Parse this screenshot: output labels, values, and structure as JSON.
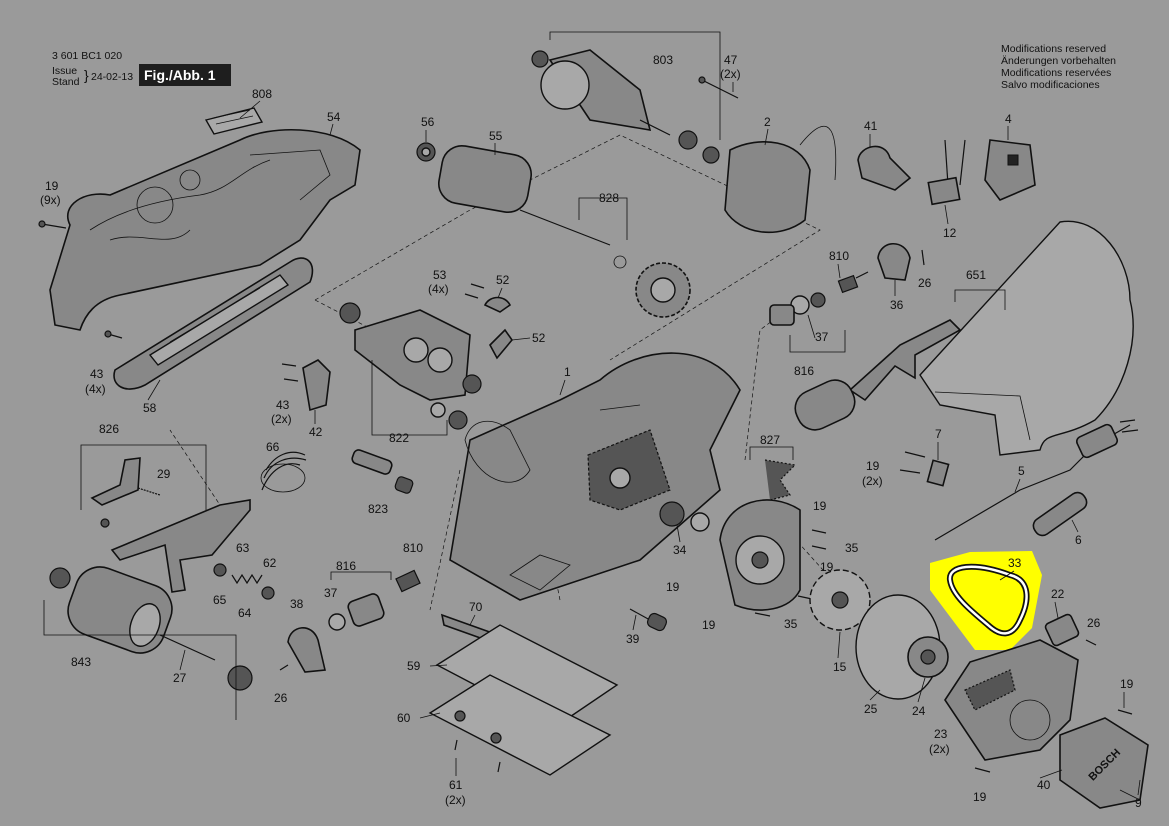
{
  "header": {
    "part_number": "3 601 BC1 020",
    "issue_label": "Issue",
    "stand_label": "Stand",
    "issue_date": "24-02-13",
    "figure_tag": "Fig./Abb. 1"
  },
  "notice": {
    "line1": "Modifications reserved",
    "line2": "Änderungen vorbehalten",
    "line3": "Modifications reservées",
    "line4": "Salvo modificaciones"
  },
  "highlight": {
    "part": "33",
    "color": "#ffff00"
  },
  "brand": "BOSCH",
  "callouts": {
    "p808a": "808",
    "p54": "54",
    "p19_9x_num": "19",
    "p19_9x_qty": "(9x)",
    "p43_4x_num": "43",
    "p43_4x_qty": "(4x)",
    "p58": "58",
    "p56": "56",
    "p55": "55",
    "p803": "803",
    "p47_num": "47",
    "p47_qty": "(2x)",
    "p2": "2",
    "p41": "41",
    "p4": "4",
    "p12": "12",
    "p828": "828",
    "p53_num": "53",
    "p53_qty": "(4x)",
    "p52a": "52",
    "p52b": "52",
    "p810a": "810",
    "p26a": "26",
    "p36": "36",
    "p651": "651",
    "p37a": "37",
    "p816a": "816",
    "p43_2x_num": "43",
    "p43_2x_qty": "(2x)",
    "p42": "42",
    "p822": "822",
    "p1": "1",
    "p7": "7",
    "p19_2x_num": "19",
    "p19_2x_qty": "(2x)",
    "p826": "826",
    "p29": "29",
    "p66": "66",
    "p823": "823",
    "p827": "827",
    "p5": "5",
    "p6": "6",
    "p19a": "19",
    "p35a": "35",
    "p34": "34",
    "p19b": "19",
    "p19c": "19",
    "p35b": "35",
    "p15": "15",
    "p33": "33",
    "p22": "22",
    "p26b": "26",
    "p63": "63",
    "p65": "65",
    "p62": "62",
    "p64": "64",
    "p816b": "816",
    "p810b": "810",
    "p37b": "37",
    "p38": "38",
    "p70": "70",
    "p39": "39",
    "p843": "843",
    "p27": "27",
    "p26c": "26",
    "p59": "59",
    "p60": "60",
    "p61_num": "61",
    "p61_qty": "(2x)",
    "p25": "25",
    "p24": "24",
    "p23_num": "23",
    "p23_qty": "(2x)",
    "p19d": "19",
    "p40": "40",
    "p19e": "19",
    "p9": "9"
  }
}
